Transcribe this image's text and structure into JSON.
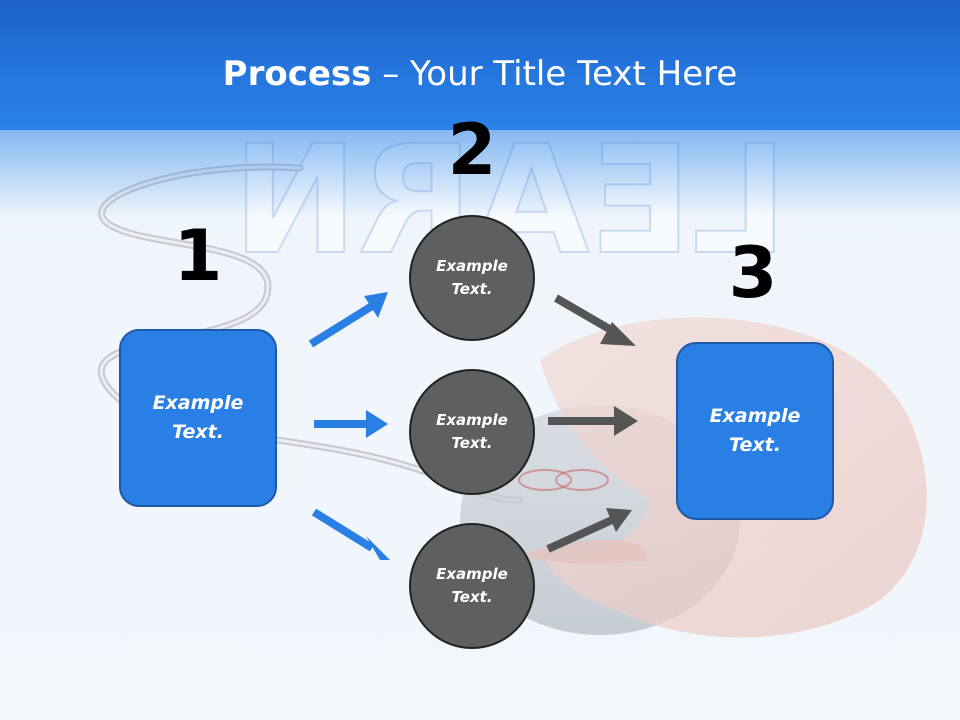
{
  "title": {
    "bold": "Process",
    "dash": " – ",
    "rest": "Your Title Text Here"
  },
  "steps": [
    {
      "number": "1",
      "label": "Example\nText."
    },
    {
      "number": "2",
      "label": "Example\nText."
    },
    {
      "number": "3",
      "label": "Example\nText."
    }
  ],
  "circles": [
    {
      "label": "Example\nText."
    },
    {
      "label": "Example\nText."
    },
    {
      "label": "Example\nText."
    }
  ],
  "watermark_text": "LEARN",
  "colors": {
    "header": "#2577de",
    "box_fill": "#2a7fe4",
    "circle_fill": "#5f5f5f",
    "blue_arrow": "#2a7fe4",
    "gray_arrow": "#555555"
  }
}
